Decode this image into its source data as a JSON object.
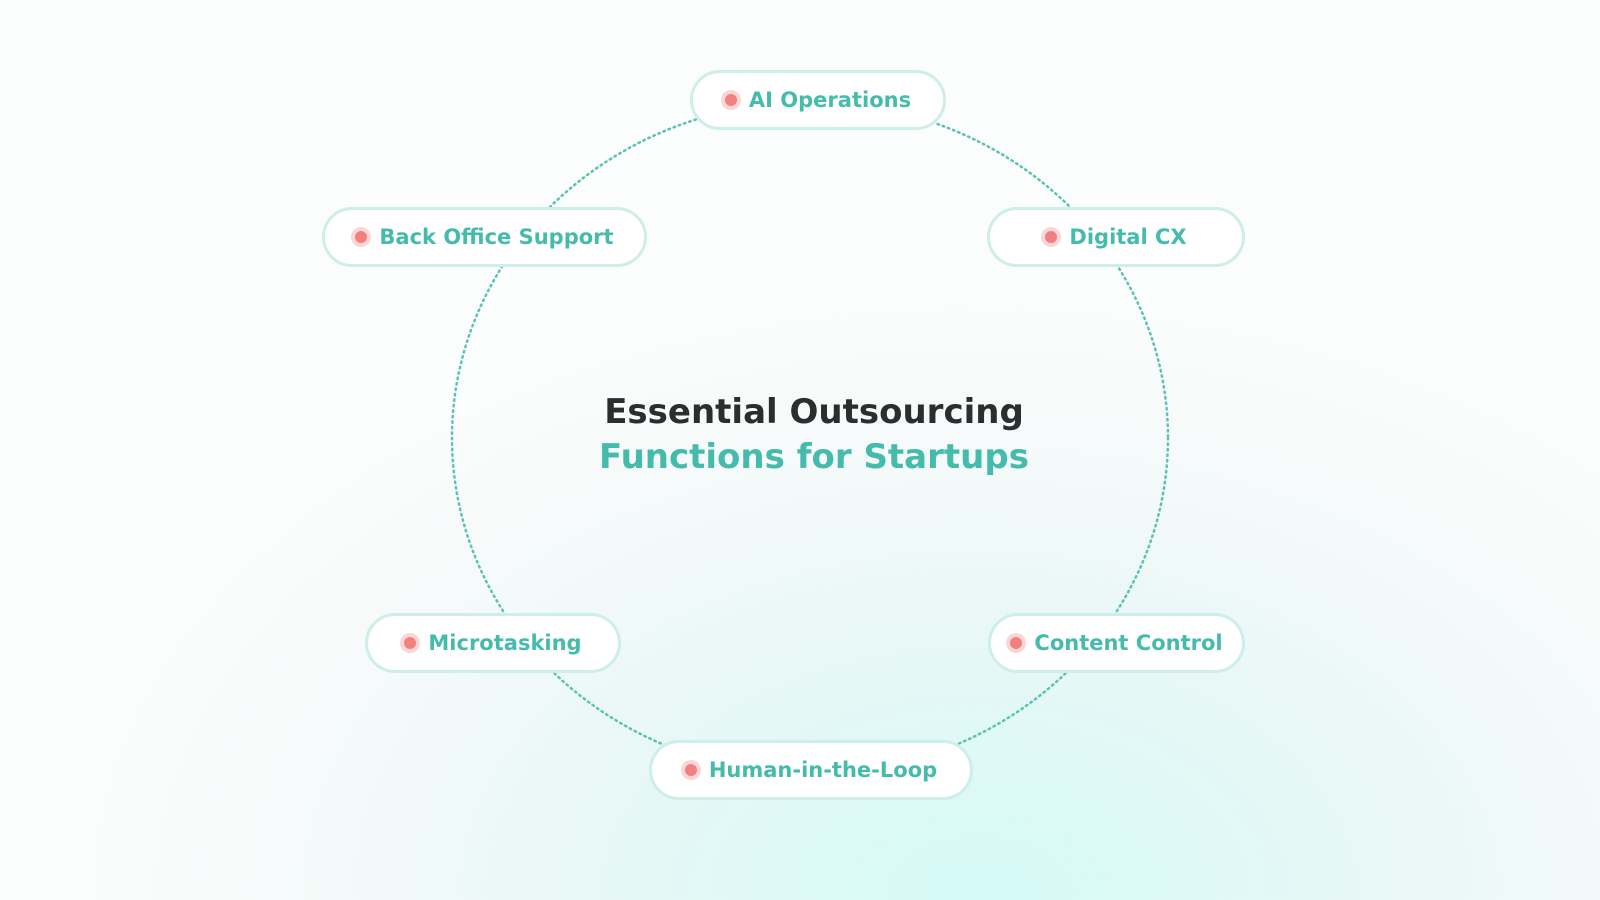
{
  "title": {
    "line1": "Essential Outsourcing",
    "line2": "Functions for Startups"
  },
  "nodes": [
    {
      "label": "AI Operations"
    },
    {
      "label": "Digital CX"
    },
    {
      "label": "Content Control"
    },
    {
      "label": "Human-in-the-Loop"
    },
    {
      "label": "Microtasking"
    },
    {
      "label": "Back Office Support"
    }
  ],
  "colors": {
    "accent": "#45bcab",
    "dot": "#f28080",
    "title": "#2b2d2e"
  }
}
